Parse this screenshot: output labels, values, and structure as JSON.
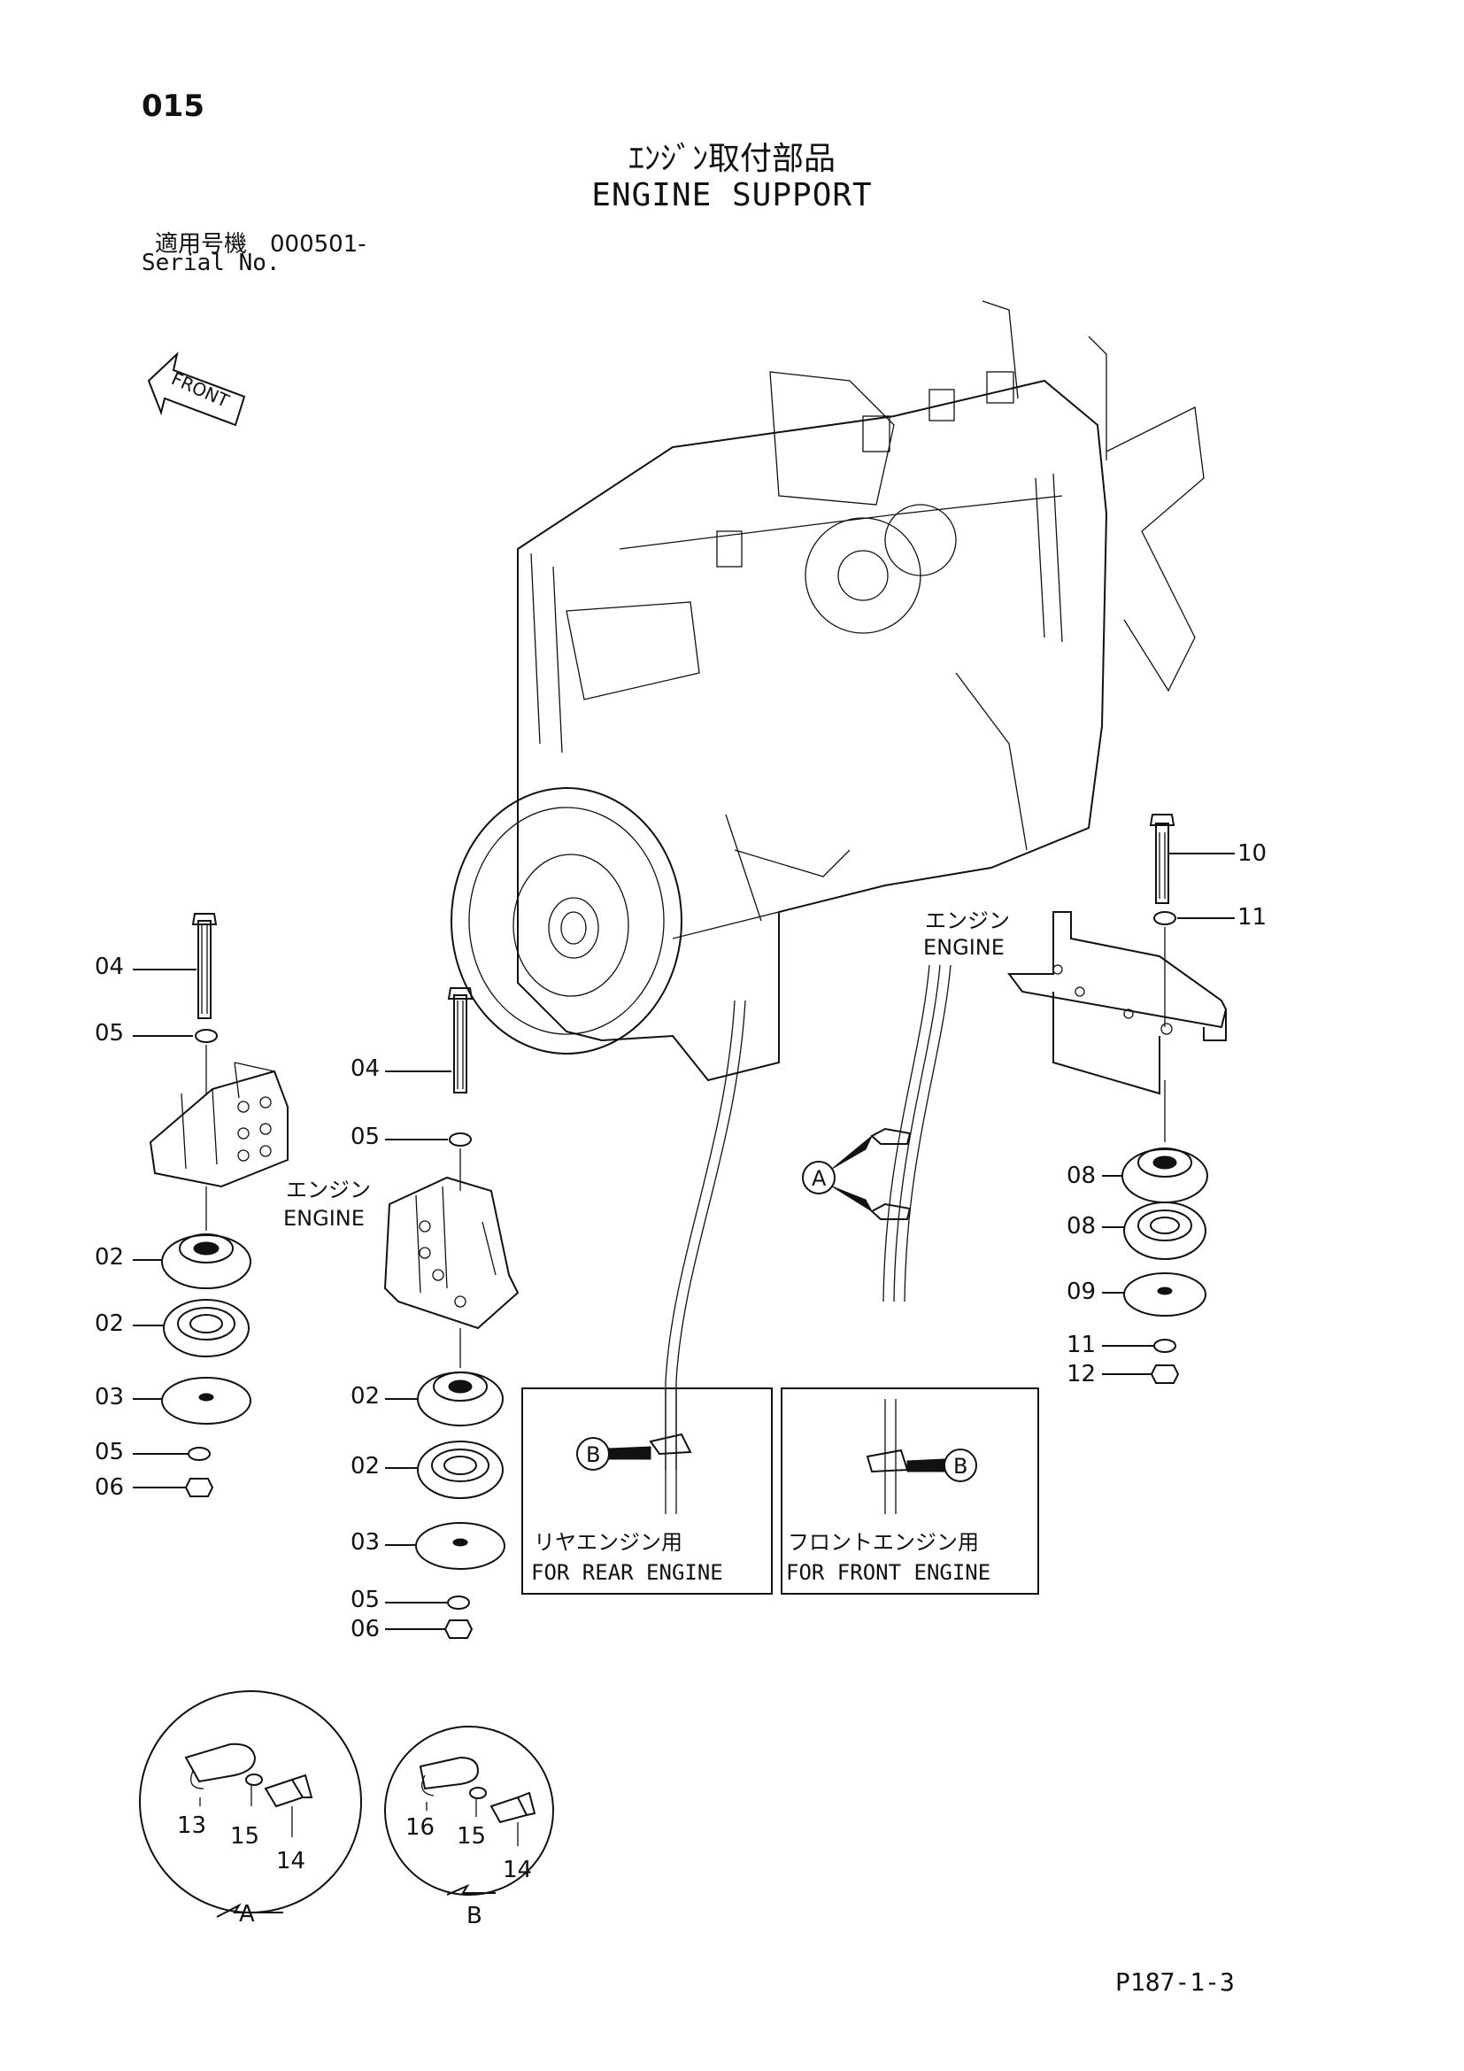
{
  "page": {
    "number": "015",
    "title_ja": "ｴﾝｼﾞﾝ取付部品",
    "title_en": "ENGINE SUPPORT",
    "serial_ja": "適用号機　000501-",
    "serial_en": "Serial No.",
    "footer_code": "P187-1-3"
  },
  "diagram": {
    "front_arrow_label": "FRONT",
    "engine_label_ja": "エンジン",
    "engine_label_en": "ENGINE",
    "left_group": [
      "04",
      "05",
      "02",
      "02",
      "03",
      "05",
      "06"
    ],
    "middle_group": [
      "04",
      "05",
      "02",
      "02",
      "03",
      "05",
      "06"
    ],
    "right_group": [
      "10",
      "11",
      "08",
      "08",
      "09",
      "11",
      "12"
    ],
    "callout_a": "A",
    "callout_b": "B",
    "rear_box": {
      "label_ja": "リヤエンジン用",
      "label_en": "FOR REAR ENGINE"
    },
    "front_box": {
      "label_ja": "フロントエンジン用",
      "label_en": "FOR FRONT ENGINE"
    },
    "detail_a": {
      "name": "A",
      "parts": [
        "13",
        "15",
        "14"
      ]
    },
    "detail_b": {
      "name": "B",
      "parts": [
        "16",
        "15",
        "14"
      ]
    }
  }
}
